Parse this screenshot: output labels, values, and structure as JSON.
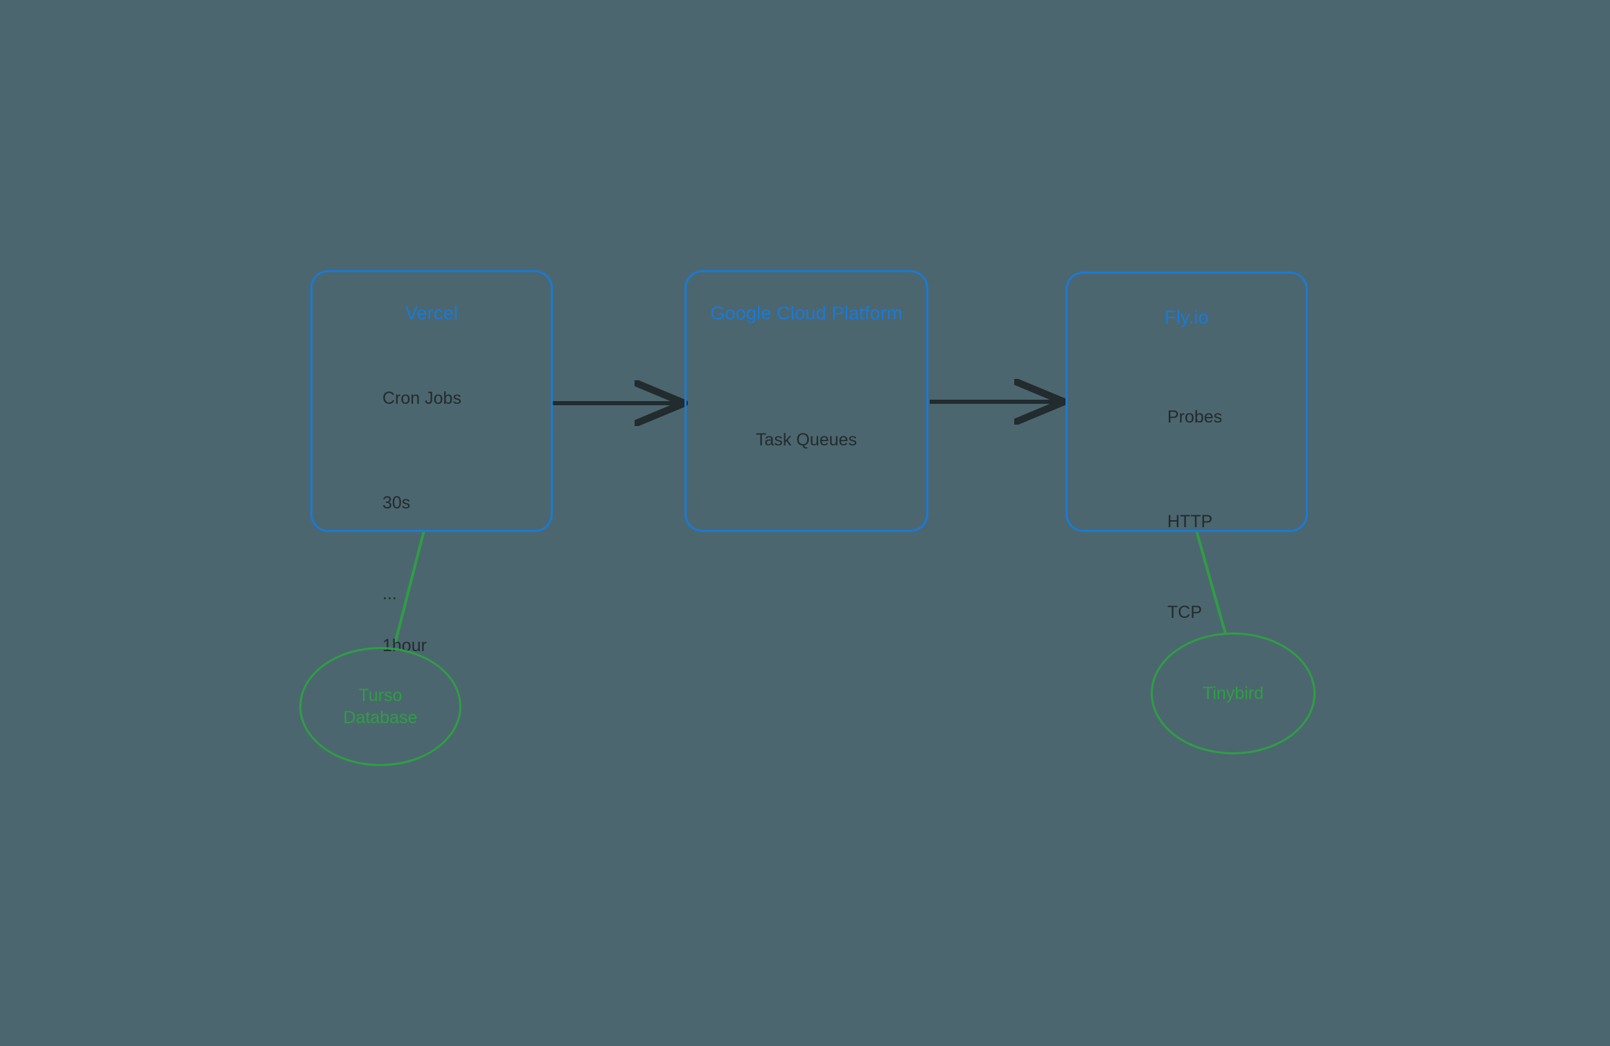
{
  "diagram": {
    "background_color": "#4c666f",
    "box_border_color": "#1a7ad4",
    "box_title_color": "#1a7ad4",
    "body_text_color": "#222b2e",
    "ellipse_color": "#2e9e44",
    "arrow_color": "#222b2e"
  },
  "nodes": [
    {
      "id": "vercel",
      "title": "Vercel",
      "lines": [
        "Cron Jobs",
        "30s",
        "...",
        "1hour"
      ]
    },
    {
      "id": "gcp",
      "title": "Google Cloud Platform",
      "lines": [
        "Task Queues"
      ]
    },
    {
      "id": "flyio",
      "title": "Fly.io",
      "lines": [
        "Probes",
        "HTTP",
        "TCP"
      ]
    }
  ],
  "datastores": [
    {
      "id": "turso",
      "label": "Turso\nDatabase"
    },
    {
      "id": "tinybird",
      "label": "Tinybird"
    }
  ],
  "edges": [
    {
      "id": "vercel-to-gcp",
      "from": "vercel",
      "to": "gcp",
      "style": "arrow"
    },
    {
      "id": "gcp-to-flyio",
      "from": "gcp",
      "to": "flyio",
      "style": "arrow"
    },
    {
      "id": "vercel-to-turso",
      "from": "vercel",
      "to": "turso",
      "style": "line"
    },
    {
      "id": "flyio-to-tinybird",
      "from": "flyio",
      "to": "tinybird",
      "style": "line"
    }
  ]
}
